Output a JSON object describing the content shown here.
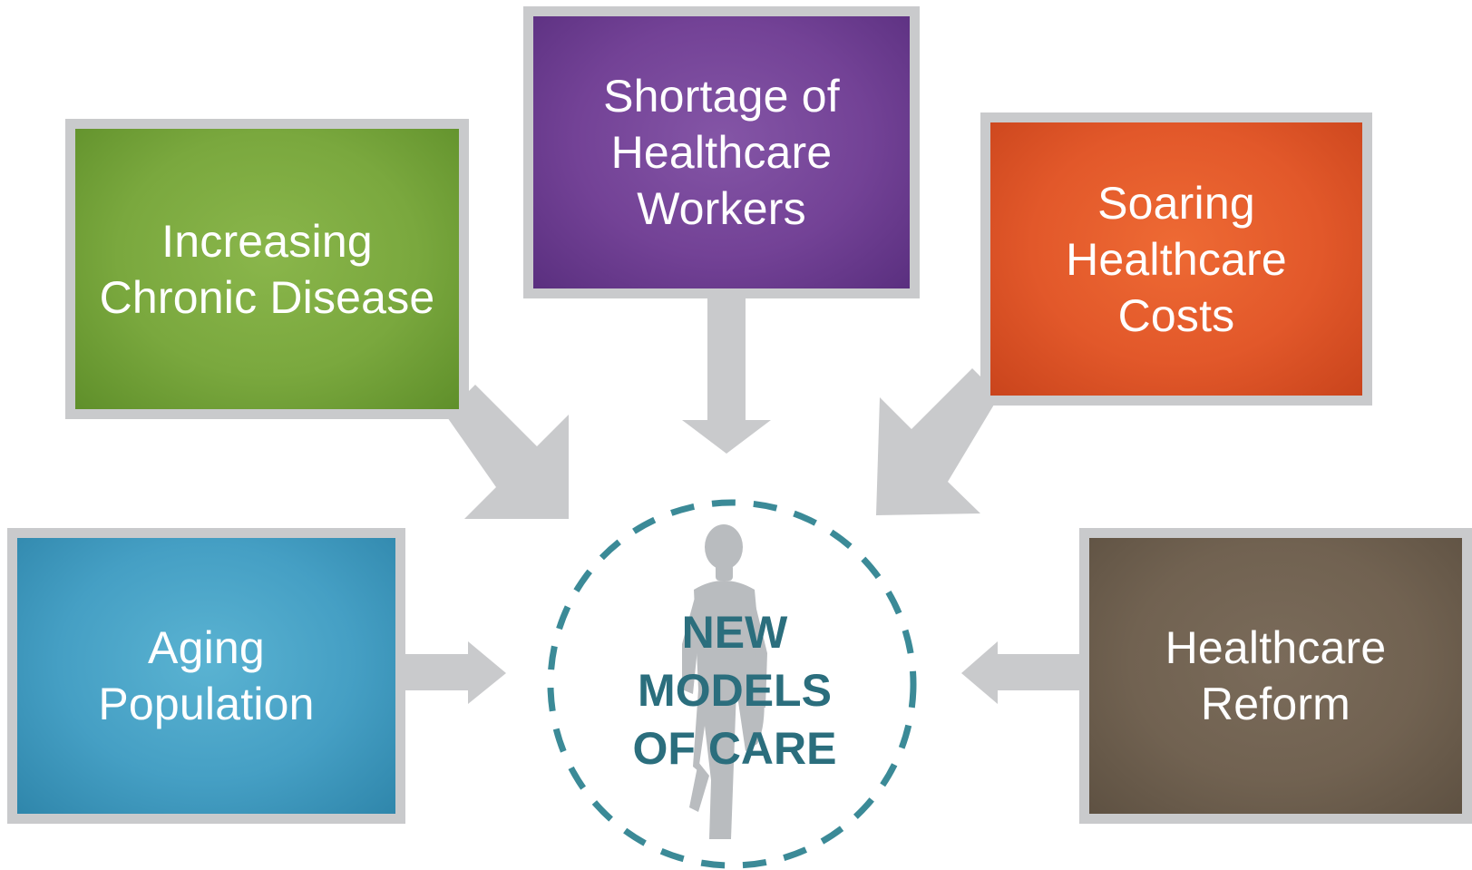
{
  "diagram": {
    "center": {
      "title": "NEW\nMODELS\nOF CARE"
    },
    "drivers": [
      {
        "id": "green",
        "label": "Increasing\nChronic Disease"
      },
      {
        "id": "purple",
        "label": "Shortage of\nHealthcare\nWorkers"
      },
      {
        "id": "orange",
        "label": "Soaring\nHealthcare\nCosts"
      },
      {
        "id": "blue",
        "label": "Aging\nPopulation"
      },
      {
        "id": "brown",
        "label": "Healthcare\nReform"
      }
    ]
  },
  "colors": {
    "green": "#7aa83e",
    "purple": "#734296",
    "orange": "#e2582a",
    "blue": "#459fc4",
    "brown": "#716251",
    "arrow": "#c9cacc",
    "box_border": "#c9cacc",
    "center_text": "#2b6e7d",
    "dashed_circle": "#3b8a97",
    "silhouette": "#b9bcbf"
  },
  "icons": {
    "center": "person-silhouette-icon"
  }
}
